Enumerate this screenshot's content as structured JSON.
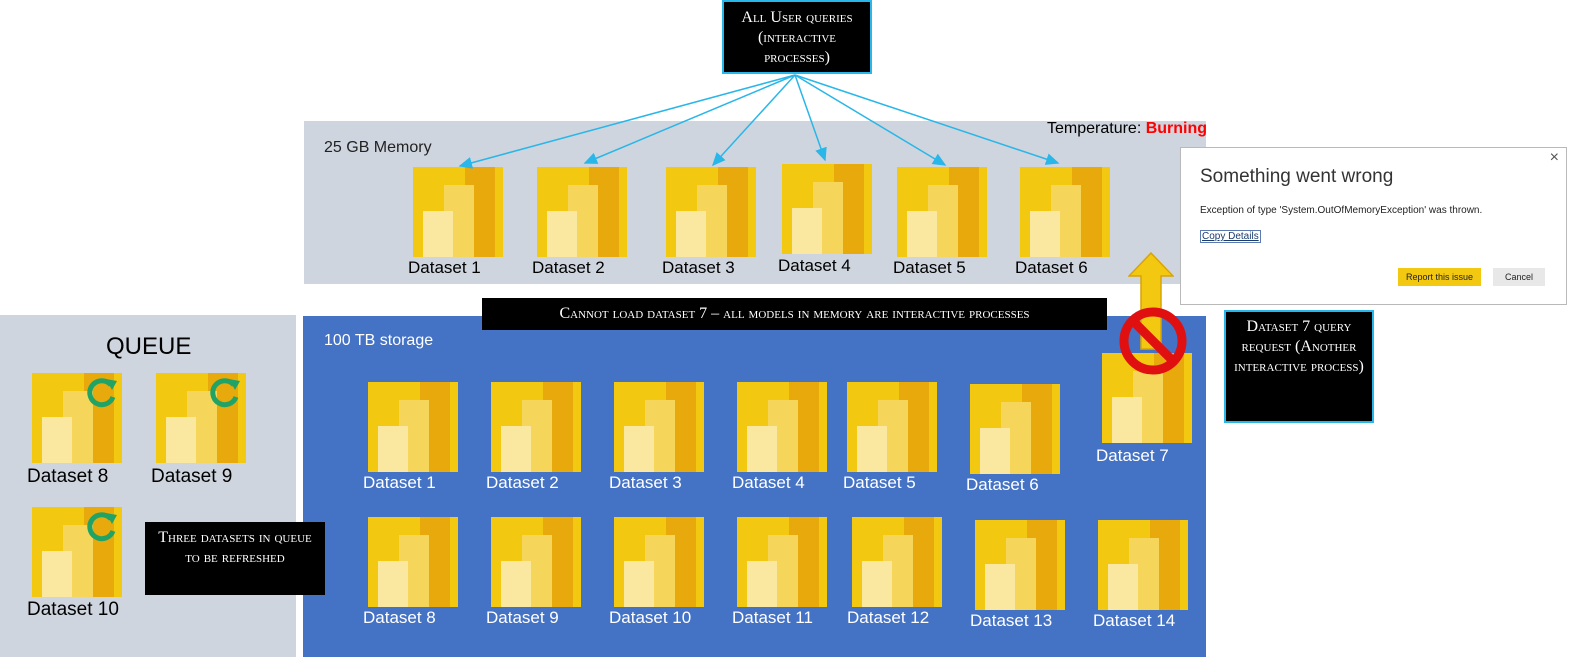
{
  "colors": {
    "memory_panel": "#cfd5de",
    "storage_panel": "#4472c4",
    "queue_panel": "#cfd5de",
    "arrow": "#29b6e8",
    "burning": "#ff0000",
    "tile_gold": "#f2c811",
    "refresh_icon": "#21a366",
    "prohibited": "#e01010",
    "report_button": "#f2c811"
  },
  "callouts": {
    "user_queries": "All User queries (interactive processes)",
    "cannot_load": "Cannot load dataset 7 – all models in memory are interactive processes",
    "dataset7_request": "Dataset 7 query request (Another interactive process)",
    "three_queue": "Three datasets in queue to be refreshed"
  },
  "memory": {
    "title": "25 GB Memory",
    "temperature_label": "Temperature:",
    "temperature_value": "Burning",
    "datasets": [
      "Dataset 1",
      "Dataset 2",
      "Dataset 3",
      "Dataset 4",
      "Dataset 5",
      "Dataset 6"
    ]
  },
  "storage": {
    "title": "100 TB storage",
    "row1": [
      "Dataset 1",
      "Dataset 2",
      "Dataset 3",
      "Dataset 4",
      "Dataset 5",
      "Dataset 6",
      "Dataset 7"
    ],
    "row2": [
      "Dataset 8",
      "Dataset 9",
      "Dataset 10",
      "Dataset 11",
      "Dataset 12",
      "Dataset 13",
      "Dataset 14"
    ]
  },
  "queue": {
    "title": "QUEUE",
    "datasets": [
      "Dataset 8",
      "Dataset 9",
      "Dataset 10"
    ]
  },
  "dialog": {
    "title": "Something went wrong",
    "message": "Exception of type 'System.OutOfMemoryException' was thrown.",
    "copy_link": "Copy Details",
    "report_button": "Report this issue",
    "cancel_button": "Cancel",
    "close_glyph": "×"
  }
}
